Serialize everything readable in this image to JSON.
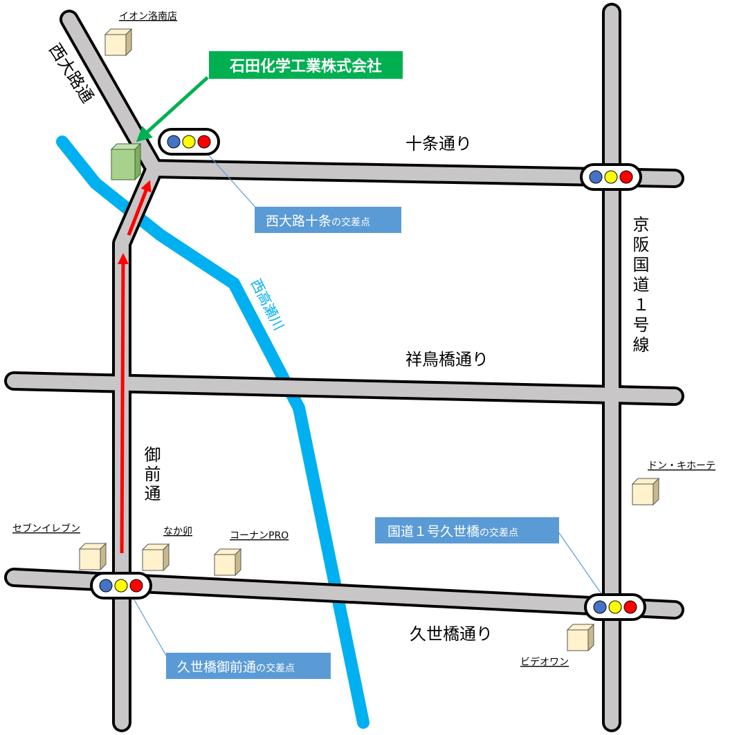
{
  "company": {
    "name": "石田化学工業株式会社",
    "box_color": "#00b050",
    "building_color": "#a9d18e"
  },
  "roads": {
    "jujo": "十条通り",
    "shochokyo": "祥鳥橋通り",
    "kuzebashi": "久世橋通り",
    "onmae": "御前通",
    "nishioji": "西大路通",
    "route1": "京阪国道１号線"
  },
  "river": {
    "name": "西高瀬川",
    "color": "#00b0f0"
  },
  "intersections": {
    "nishioji_jujo": {
      "main": "西大路十条",
      "suffix": "の交差点"
    },
    "route1_kuze": {
      "main": "国道１号久世橋",
      "suffix": "の交差点"
    },
    "kuze_onmae": {
      "main": "久世橋御前通",
      "suffix": "の交差点"
    }
  },
  "shops": {
    "aeon": "イオン洛南店",
    "donki": "ドン・キホーテ",
    "seven": "セブンイレブン",
    "nakatama": "なか卯",
    "kohnan": "コーナンPRO",
    "video": "ビデオワン"
  },
  "colors": {
    "route_arrow": "#ff0000",
    "callout_box": "#5b9bd5",
    "signal_blue": "#4472c4",
    "signal_yellow": "#ffff00",
    "signal_red": "#ff0000"
  }
}
